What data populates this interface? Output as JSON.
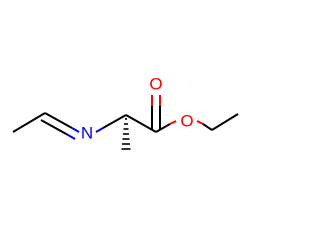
{
  "molecule": {
    "atoms": {
      "nitrogen": {
        "symbol": "N",
        "color": "#0000ff"
      },
      "carbonyl_oxygen": {
        "symbol": "O",
        "color": "#ff0000"
      },
      "ester_oxygen": {
        "symbol": "O",
        "color": "#ff0000"
      }
    },
    "bond_color": "#000000",
    "stereo_bond": "hashed-wedge"
  }
}
